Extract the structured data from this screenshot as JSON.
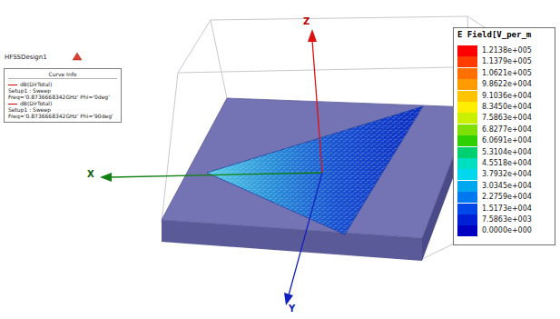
{
  "diagram": {
    "nodes": [
      {
        "text": [
          "Curve Info",
          "dB(DirTotal)",
          "Setup1 : Sweep",
          "Freq='0.8736668342GHz' Phi='0deg'",
          "dB(DirTotal)",
          "Setup1 : Sweep",
          "Freq='0.8736668342GHz' Phi='90deg'"
        ]
      }
    ],
    "labels": [
      "HFSSDesign1",
      "Z",
      "X",
      "Y",
      "E Field[V_per_m"
    ],
    "legend": [
      {
        "text": "1.2138e+005",
        "color": "#ff0000"
      },
      {
        "text": "1.1379e+005",
        "color": "#ff3c00"
      },
      {
        "text": "1.0621e+005",
        "color": "#ff7000"
      },
      {
        "text": "9.8622e+004",
        "color": "#ff9a00"
      },
      {
        "text": "9.1036e+004",
        "color": "#ffc400"
      },
      {
        "text": "8.3450e+004",
        "color": "#ffee00"
      },
      {
        "text": "7.5863e+004",
        "color": "#c8f000"
      },
      {
        "text": "6.8277e+004",
        "color": "#7ee000"
      },
      {
        "text": "6.0691e+004",
        "color": "#2ed000"
      },
      {
        "text": "5.3104e+004",
        "color": "#00d070"
      },
      {
        "text": "4.5518e+004",
        "color": "#00e0c0"
      },
      {
        "text": "3.7932e+004",
        "color": "#00d8f0"
      },
      {
        "text": "3.0345e+004",
        "color": "#00a8f0"
      },
      {
        "text": "2.2759e+004",
        "color": "#0078f0"
      },
      {
        "text": "1.5173e+004",
        "color": "#0048e8"
      },
      {
        "text": "7.5863e+003",
        "color": "#0020d8"
      },
      {
        "text": "0.0000e+000",
        "color": "#0000c0"
      }
    ]
  }
}
